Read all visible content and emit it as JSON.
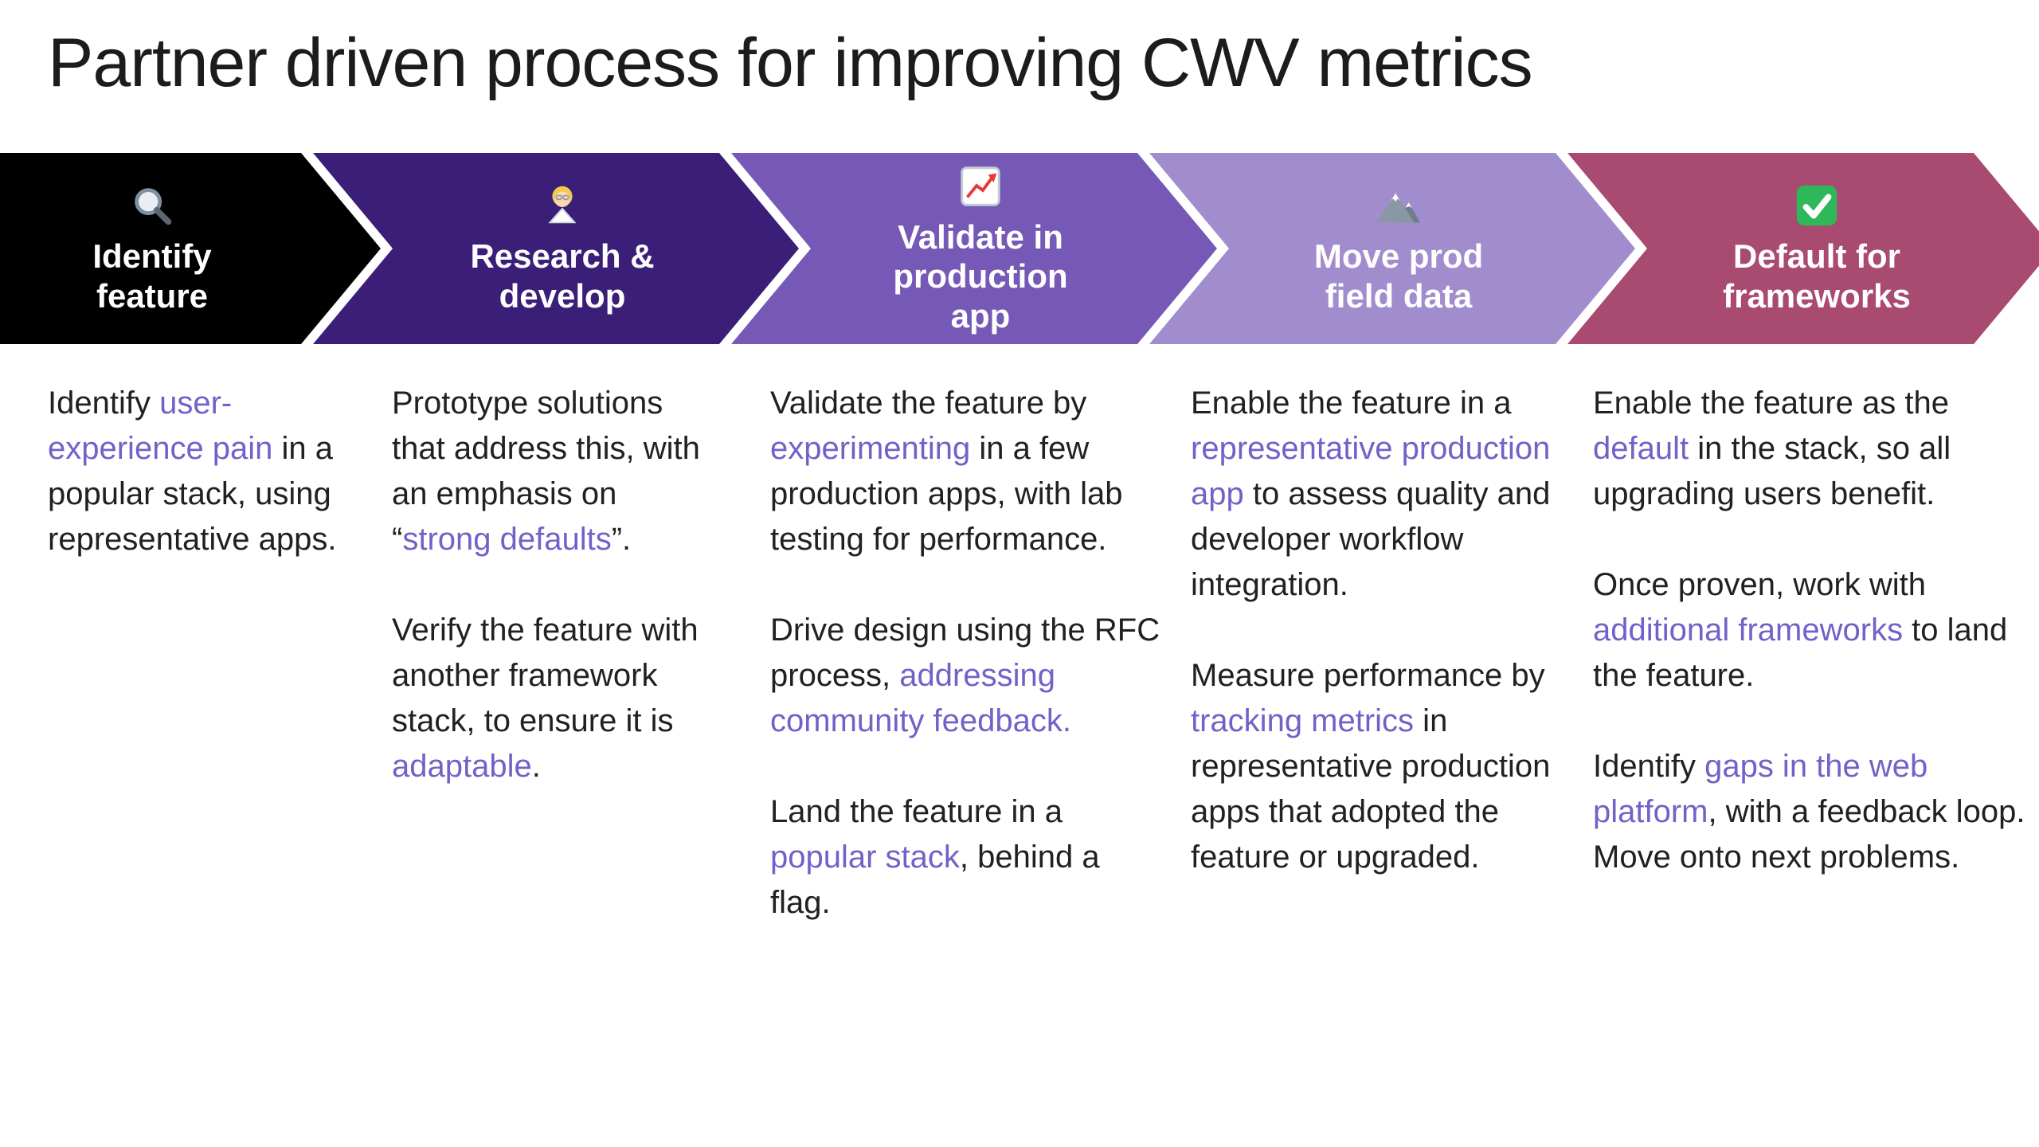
{
  "title": "Partner driven process for improving CWV metrics",
  "text_color": "#212121",
  "link_color": "#7460c8",
  "steps": [
    {
      "label": "Identify\nfeature",
      "icon": "magnifying-glass-icon",
      "color": "#000000",
      "paragraphs": [
        [
          {
            "t": "Identify "
          },
          {
            "t": "user-experience pain",
            "link": true
          },
          {
            "t": " in a popular stack, using representative apps."
          }
        ]
      ]
    },
    {
      "label": "Research &\ndevelop",
      "icon": "scientist-icon",
      "color": "#3b1e78",
      "paragraphs": [
        [
          {
            "t": "Prototype solutions that address this, with an emphasis on “"
          },
          {
            "t": "strong defaults",
            "link": true
          },
          {
            "t": "”."
          }
        ],
        [
          {
            "t": "Verify the feature with another framework stack, to ensure it is "
          },
          {
            "t": "adaptable",
            "link": true
          },
          {
            "t": "."
          }
        ]
      ]
    },
    {
      "label": "Validate in\nproduction\napp",
      "icon": "chart-increasing-icon",
      "color": "#7659b6",
      "paragraphs": [
        [
          {
            "t": "Validate the feature by "
          },
          {
            "t": "experimenting",
            "link": true
          },
          {
            "t": " in a few production apps, with lab testing for performance."
          }
        ],
        [
          {
            "t": "Drive design using the RFC process, "
          },
          {
            "t": "addressing community feedback.",
            "link": true
          }
        ],
        [
          {
            "t": "Land the feature in a "
          },
          {
            "t": "popular stack",
            "link": true
          },
          {
            "t": ", behind a flag."
          }
        ]
      ]
    },
    {
      "label": "Move prod\nfield data",
      "icon": "mountain-icon",
      "color": "#a18cce",
      "paragraphs": [
        [
          {
            "t": "Enable the feature in a "
          },
          {
            "t": "representative production app",
            "link": true
          },
          {
            "t": " to assess quality and developer workflow integration."
          }
        ],
        [
          {
            "t": "Measure performance by "
          },
          {
            "t": "tracking metrics",
            "link": true
          },
          {
            "t": " in representative production apps that adopted the feature or upgraded."
          }
        ]
      ]
    },
    {
      "label": "Default for\nframeworks",
      "icon": "check-mark-icon",
      "color": "#a94a70",
      "paragraphs": [
        [
          {
            "t": "Enable the feature as the "
          },
          {
            "t": "default",
            "link": true
          },
          {
            "t": " in the stack, so all upgrading users benefit."
          }
        ],
        [
          {
            "t": "Once proven, work with "
          },
          {
            "t": "additional frameworks",
            "link": true
          },
          {
            "t": " to land the feature."
          }
        ],
        [
          {
            "t": "Identify "
          },
          {
            "t": "gaps in the web platform",
            "link": true
          },
          {
            "t": ", with a feedback loop. Move onto next problems."
          }
        ]
      ]
    }
  ]
}
